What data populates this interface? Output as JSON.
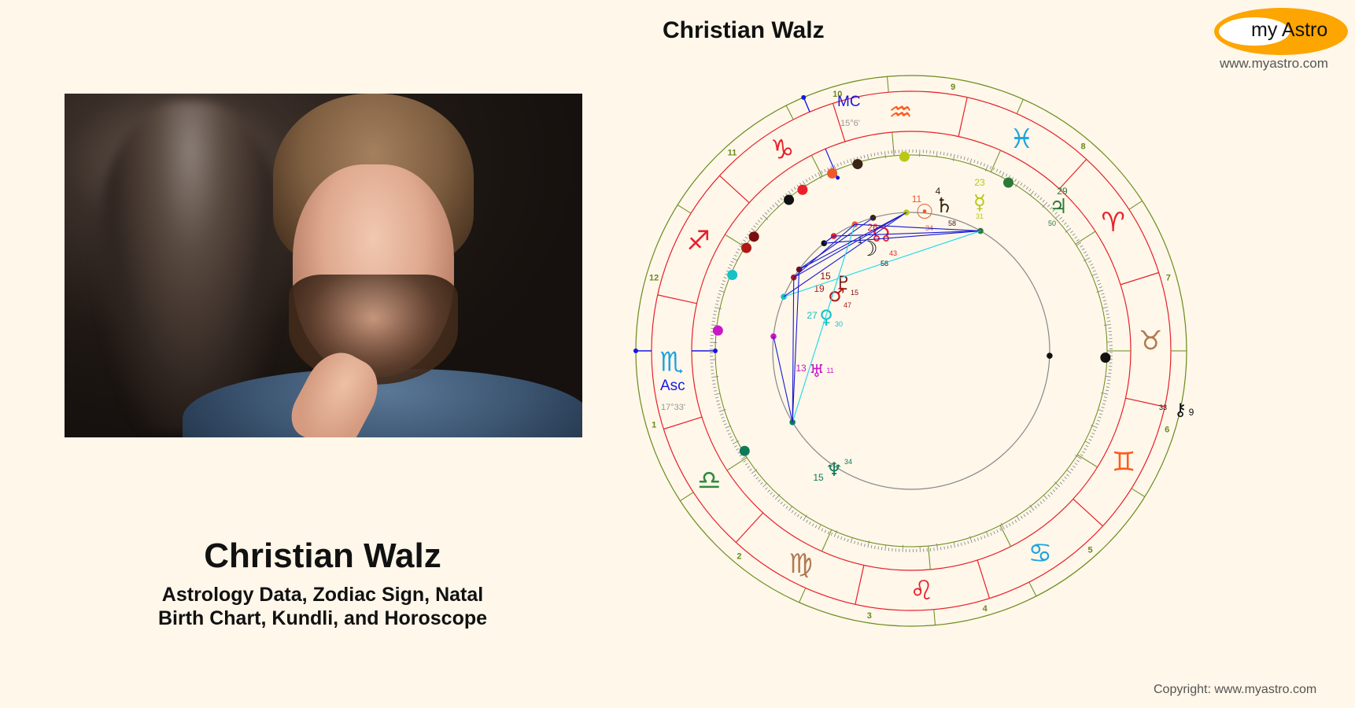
{
  "header": {
    "title": "Christian Walz"
  },
  "logo": {
    "brand_text": "my Astro",
    "url": "www.myastro.com",
    "colors": {
      "oval": "#fda500",
      "inner": "#ffffff"
    }
  },
  "profile": {
    "name": "Christian Walz",
    "subtitle_line1": "Astrology Data, Zodiac Sign, Natal",
    "subtitle_line2": "Birth Chart, Kundli, and Horoscope",
    "photo_alt": "Portrait photo of Christian Walz"
  },
  "footer": {
    "copyright": "Copyright: www.myastro.com"
  },
  "chart": {
    "angles": {
      "asc_label": "Asc",
      "asc_degree": "17°33'",
      "mc_label": "MC",
      "mc_degree": "15°6'"
    },
    "signs": [
      {
        "name": "scorpio",
        "glyph": "♏",
        "color": "#1fa3e0"
      },
      {
        "name": "libra",
        "glyph": "♎",
        "color": "#2e8b3a"
      },
      {
        "name": "virgo",
        "glyph": "♍",
        "color": "#b07a52"
      },
      {
        "name": "leo",
        "glyph": "♌",
        "color": "#e8202a"
      },
      {
        "name": "cancer",
        "glyph": "♋",
        "color": "#1fa3e0"
      },
      {
        "name": "gemini",
        "glyph": "♊",
        "color": "#ff5a1a"
      },
      {
        "name": "taurus",
        "glyph": "♉",
        "color": "#b07a52"
      },
      {
        "name": "aries",
        "glyph": "♈",
        "color": "#e8202a"
      },
      {
        "name": "pisces",
        "glyph": "♓",
        "color": "#1fa3e0"
      },
      {
        "name": "aquarius",
        "glyph": "♒",
        "color": "#ff5a1a"
      },
      {
        "name": "capricorn",
        "glyph": "♑",
        "color": "#e8202a"
      },
      {
        "name": "sagittarius",
        "glyph": "♐",
        "color": "#e8202a"
      }
    ],
    "house_numbers": [
      "1",
      "2",
      "3",
      "4",
      "5",
      "6",
      "7",
      "8",
      "9",
      "10",
      "11",
      "12"
    ],
    "planets": [
      {
        "name": "sun",
        "glyph": "☉",
        "deg": "11",
        "min": "34",
        "color": "#f0582a"
      },
      {
        "name": "saturn",
        "glyph": "♄",
        "deg": "4",
        "min": "58",
        "color": "#3a2414"
      },
      {
        "name": "mercury",
        "glyph": "☿",
        "deg": "23",
        "min": "31",
        "color": "#b8c814"
      },
      {
        "name": "jupiter",
        "glyph": "♃",
        "deg": "29",
        "min": "50",
        "color": "#2a7a36"
      },
      {
        "name": "north-node",
        "glyph": "☊",
        "deg": "26",
        "min": "43",
        "color": "#e8202a"
      },
      {
        "name": "moon",
        "glyph": "☽",
        "deg": "1",
        "min": "58",
        "color": "#111111"
      },
      {
        "name": "pluto",
        "glyph": "♇",
        "deg": "15",
        "min": "15",
        "color": "#7a0e0e"
      },
      {
        "name": "mars",
        "glyph": "♂",
        "deg": "19",
        "min": "47",
        "color": "#b01818"
      },
      {
        "name": "venus",
        "glyph": "♀",
        "deg": "27",
        "min": "30",
        "color": "#18c0c8"
      },
      {
        "name": "uranus",
        "glyph": "♅",
        "deg": "13",
        "min": "11",
        "color": "#c818c8"
      },
      {
        "name": "neptune",
        "glyph": "♆",
        "deg": "15",
        "min": "34",
        "color": "#0e7a5a"
      },
      {
        "name": "chiron",
        "glyph": "⚷",
        "deg": "9",
        "min": "33",
        "color": "#111111"
      }
    ],
    "colors": {
      "outer_ring": "#6b8a1a",
      "house_lines": "#e8202a",
      "tick_marks": "#808080",
      "aspect_blue": "#1818d0",
      "aspect_cyan": "#18d8e8",
      "inner_circle": "#888888",
      "angle_label": "#1818e0"
    }
  }
}
